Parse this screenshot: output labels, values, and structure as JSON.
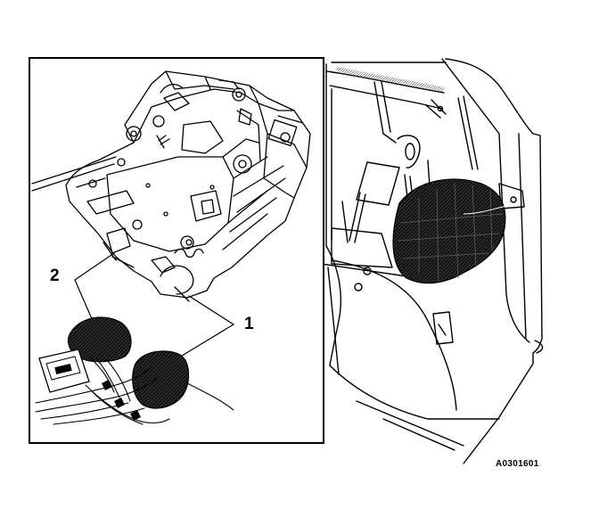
{
  "callouts": {
    "one": "1",
    "two": "2"
  },
  "figure_code": "A0301601",
  "colors": {
    "ink": "#000000",
    "paper": "#ffffff",
    "connector": "#1a1a1a"
  }
}
